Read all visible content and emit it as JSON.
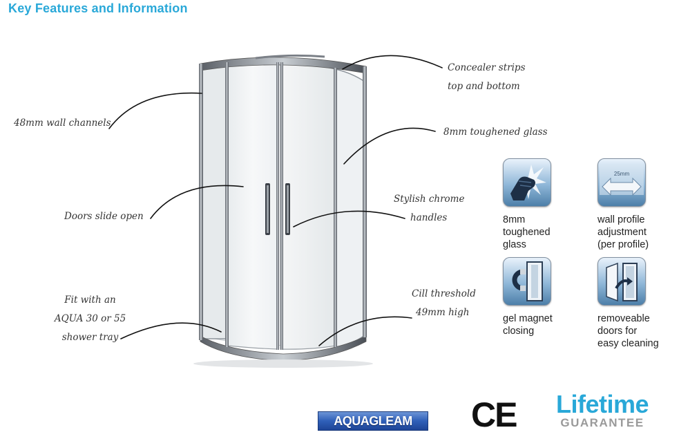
{
  "heading": "Key Features and Information",
  "callouts": {
    "wall_channels": "48mm wall channels",
    "concealer_line1": "Concealer strips",
    "concealer_line2": "top and bottom",
    "toughened_glass": "8mm toughened glass",
    "doors_slide": "Doors slide open",
    "chrome_line1": "Stylish chrome",
    "chrome_line2": "handles",
    "tray_line1": "Fit with an",
    "tray_line2": "AQUA 30 or 55",
    "tray_line3": "shower tray",
    "cill_line1": "Cill threshold",
    "cill_line2": "49mm high"
  },
  "features": [
    {
      "icon": "fist-glass-icon",
      "label": "8mm\ntoughened\nglass"
    },
    {
      "icon": "wall-profile-icon",
      "badge": "25mm",
      "label": "wall profile\nadjustment\n(per profile)"
    },
    {
      "icon": "magnet-icon",
      "label": "gel magnet\nclosing"
    },
    {
      "icon": "removable-door-icon",
      "label": "removeable\ndoors for\neasy cleaning"
    }
  ],
  "logos": {
    "aquagleam": "AQUAGLEAM",
    "ce": "CE",
    "lifetime": "Lifetime",
    "guarantee": "GUARANTEE"
  },
  "colors": {
    "accent": "#29a8d8",
    "text": "#333333",
    "tile": "#4d7fa9"
  }
}
